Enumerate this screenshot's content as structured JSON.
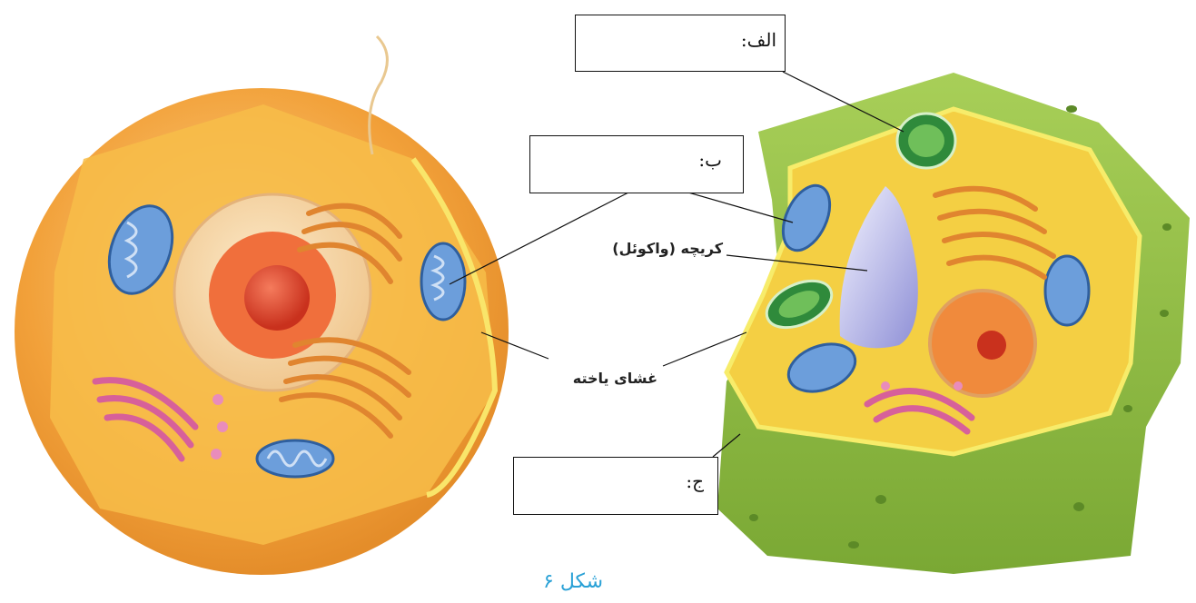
{
  "labels": {
    "box_a": "الف:",
    "box_b": "ب:",
    "box_c": "ج:",
    "vacuole": "کریچه (واکوئل)",
    "membrane": "غشای یاخته"
  },
  "caption": "شکل ۶",
  "colors": {
    "animal_cell": "#f2a13a",
    "cytoplasm": "#f5c23f",
    "plant_wall": "#8fbd3e",
    "mitochondria": "#5b8fd0",
    "chloroplast": "#4fa34a",
    "golgi": "#d7609a",
    "nucleus": "#e5432c",
    "vacuole": "#c7c9f0",
    "caption": "#2aa1d6"
  }
}
